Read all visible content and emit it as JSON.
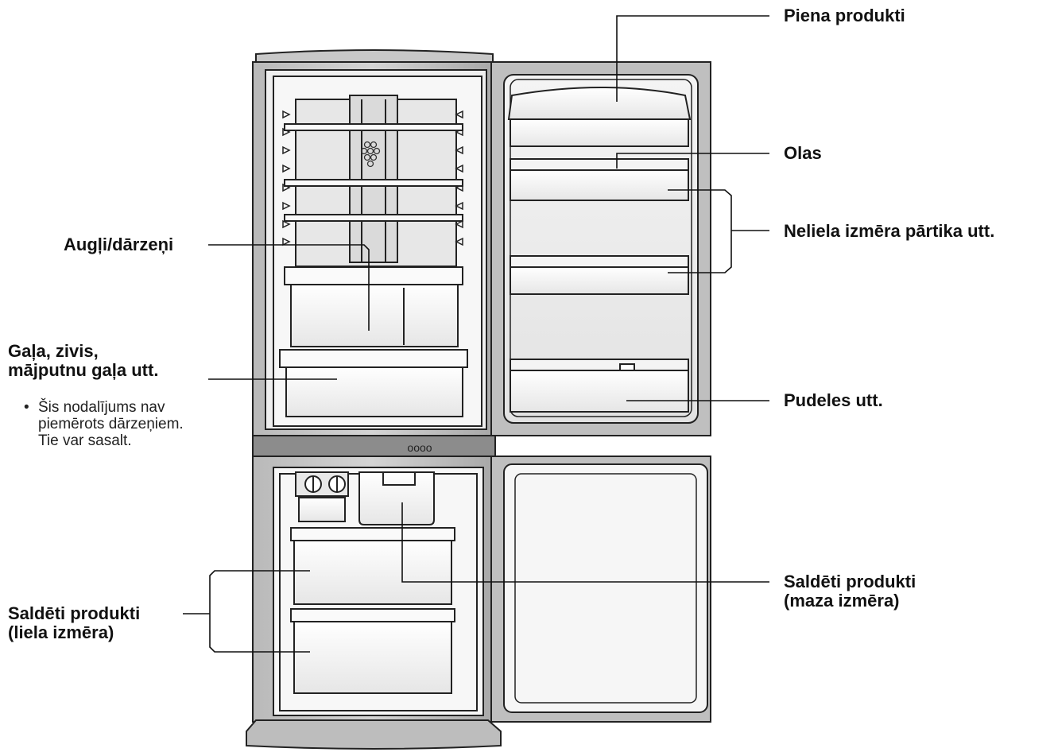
{
  "labels": {
    "piena": "Piena produkti",
    "olas": "Olas",
    "neliela": "Neliela izmēra pārtika utt.",
    "augli": "Augļi/dārzeņi",
    "gala_line1": "Gaļa, zivis,",
    "gala_line2": "mājputnu gaļa utt.",
    "pudeles": "Pudeles utt.",
    "saldeti_maza_line1": "Saldēti produkti",
    "saldeti_maza_line2": "(maza izmēra)",
    "saldeti_liela_line1": "Saldēti produkti",
    "saldeti_liela_line2": "(liela izmēra)"
  },
  "note": {
    "bullet": "•",
    "line1": "Šis nodalījums nav",
    "line2": "piemērots dārzeņiem.",
    "line3": "Tie var sasalt."
  },
  "panel_text": "oooo"
}
